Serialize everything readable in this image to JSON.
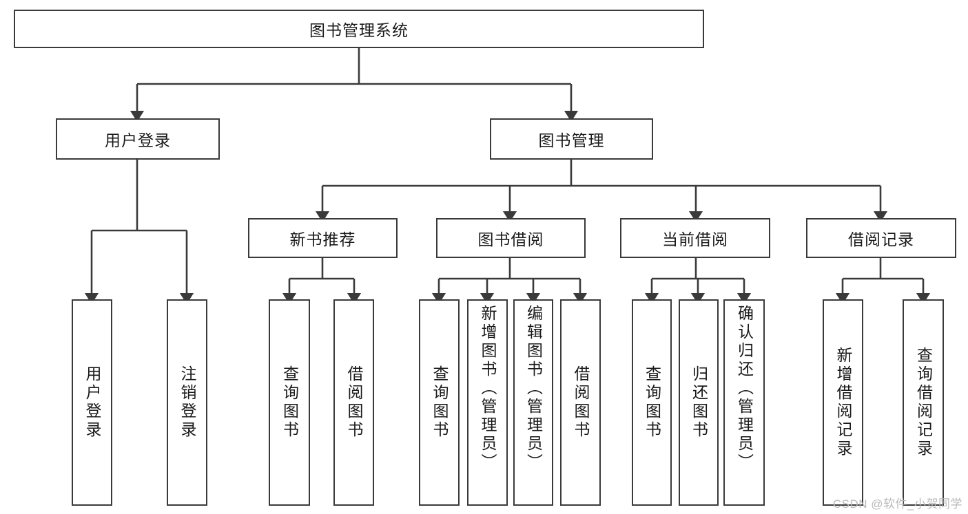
{
  "diagram": {
    "title": "图书管理系统",
    "type": "tree-hierarchy-chart",
    "colors": {
      "stroke": "#3a3a3a",
      "fill": "#ffffff",
      "text": "#1a1a1a",
      "watermark": "#b9b9b9"
    },
    "root": {
      "label": "图书管理系统"
    },
    "level1": [
      {
        "label": "用户登录"
      },
      {
        "label": "图书管理"
      }
    ],
    "level2": [
      {
        "label": "新书推荐"
      },
      {
        "label": "图书借阅"
      },
      {
        "label": "当前借阅"
      },
      {
        "label": "借阅记录"
      }
    ],
    "leaves": {
      "user_login": [
        {
          "label": "用户登录"
        },
        {
          "label": "注销登录"
        }
      ],
      "new_book": [
        {
          "label": "查询图书"
        },
        {
          "label": "借阅图书"
        }
      ],
      "book_borrow": [
        {
          "label": "查询图书"
        },
        {
          "label": "新增图书（管理员）"
        },
        {
          "label": "编辑图书（管理员）"
        },
        {
          "label": "借阅图书"
        }
      ],
      "current_borrow": [
        {
          "label": "查询图书"
        },
        {
          "label": "归还图书"
        },
        {
          "label": "确认归还（管理员）"
        }
      ],
      "borrow_record": [
        {
          "label": "新增借阅记录"
        },
        {
          "label": "查询借阅记录"
        }
      ]
    }
  },
  "watermark": {
    "text": "CSDN @软件_小贺同学"
  }
}
